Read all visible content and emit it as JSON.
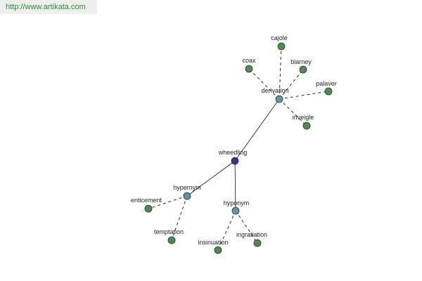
{
  "header": {
    "url": "http://www.artikata.com"
  },
  "colors": {
    "center": "#34348a",
    "relation": "#5a9a9a",
    "leaf": "#4f8a4f",
    "edge": "#111111"
  },
  "graph": {
    "center": "wheedling",
    "relations": [
      {
        "label": "derivation",
        "words": [
          "cajole",
          "coax",
          "blarney",
          "palaver",
          "inveigle"
        ]
      },
      {
        "label": "hypernym",
        "words": [
          "enticement",
          "temptation"
        ]
      },
      {
        "label": "hyponym",
        "words": [
          "insinuation",
          "ingratiation"
        ]
      }
    ]
  }
}
